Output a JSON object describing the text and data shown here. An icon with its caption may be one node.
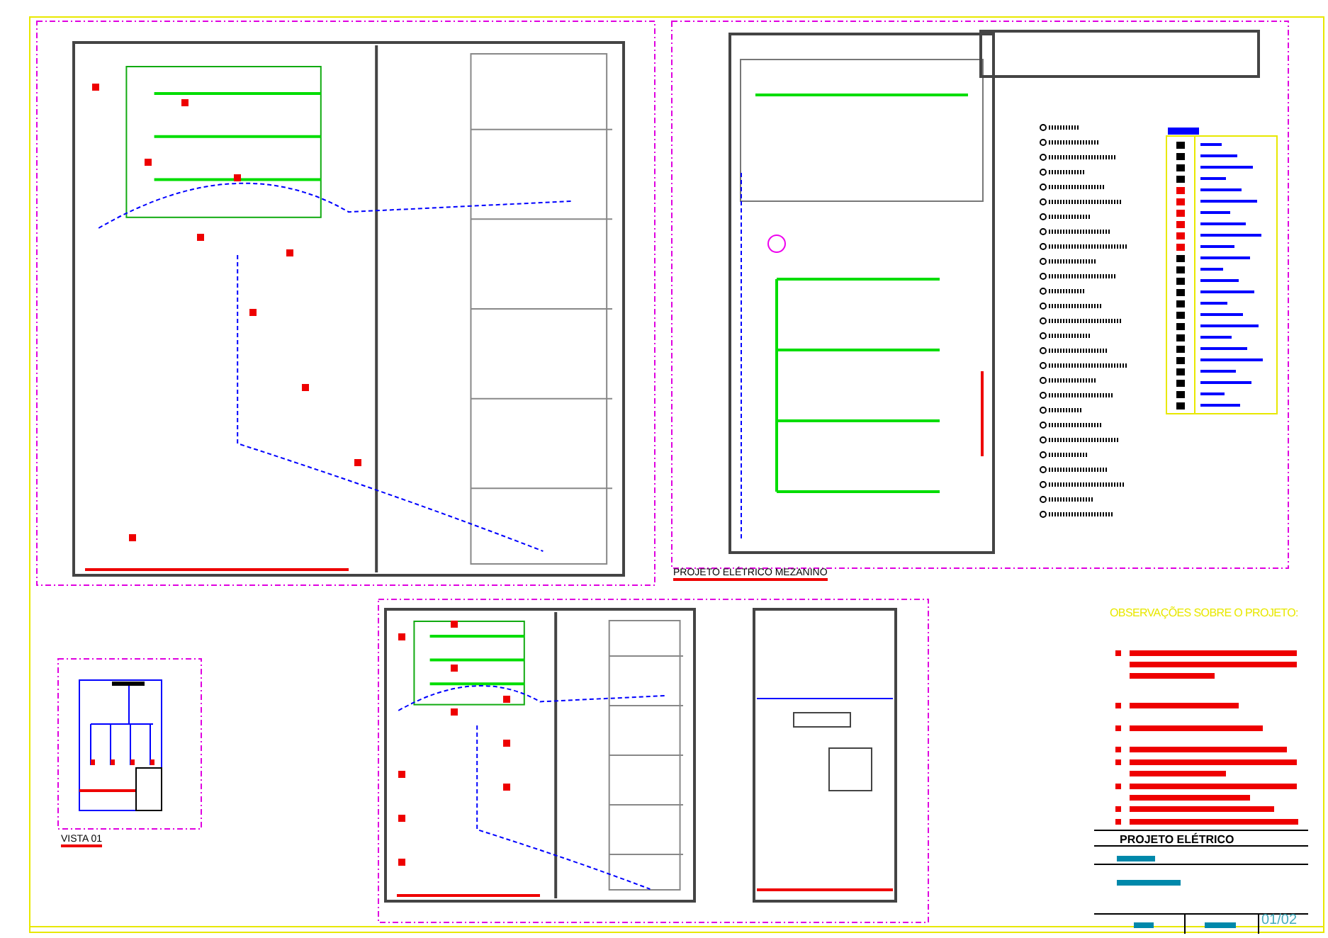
{
  "diagram": {
    "labels": [
      "PROJETO ELÉTRICO MEZANINO",
      "OBSERVAÇÕES SOBRE O PROJETO:",
      "VISTA 01",
      "PROJETO ELÉTRICO",
      "01/02"
    ]
  }
}
